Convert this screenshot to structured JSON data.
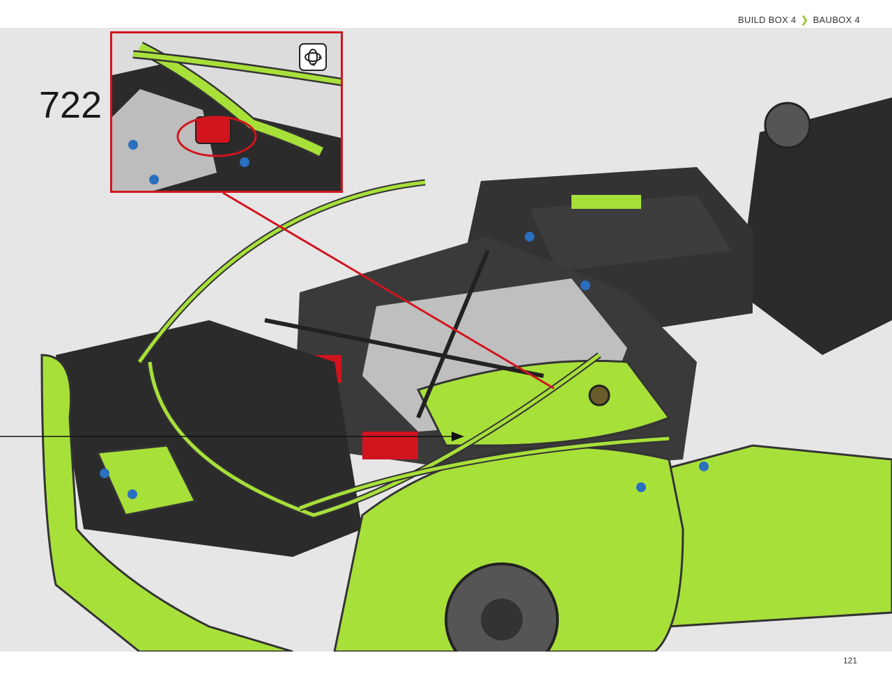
{
  "header": {
    "breadcrumb_en": "BUILD BOX 4",
    "breadcrumb_de": "BAUBOX 4"
  },
  "step": {
    "number": "722"
  },
  "callout": {
    "icon": "rotate-model-icon"
  },
  "footer": {
    "page_number": "121"
  },
  "colors": {
    "lime": "#a8e03a",
    "dark": "#2b2b2b",
    "red": "#d2141e",
    "background": "#e6e6e6",
    "blue": "#2a6fc0"
  }
}
